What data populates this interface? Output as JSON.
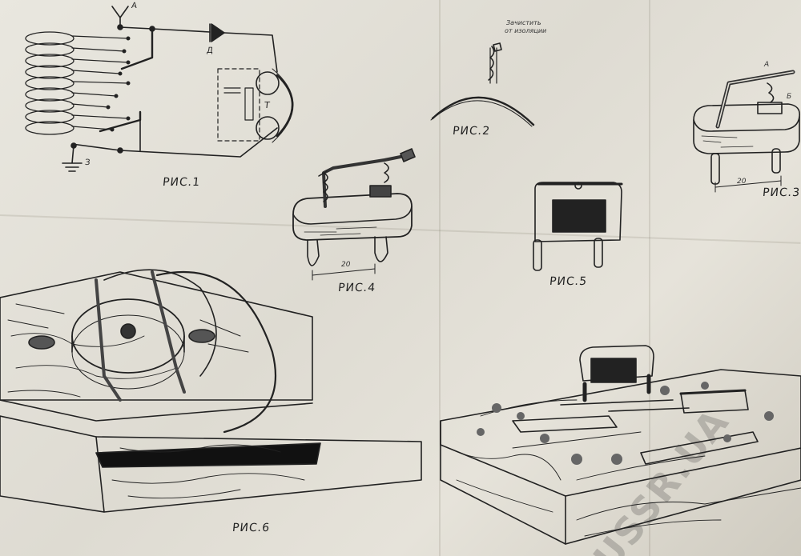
{
  "figures": {
    "fig1": "РИС.1",
    "fig2": "РИС.2",
    "fig3": "РИС.3",
    "fig4": "РИС.4",
    "fig5": "РИС.5",
    "fig6": "РИС.6"
  },
  "fig1_labels": {
    "antenna": "А",
    "diode": "Д",
    "phones": "Т",
    "ground": "З"
  },
  "fig2_note": [
    "Зачистить",
    "от изоляции"
  ],
  "dimension": "20",
  "fig3_labels": {
    "a": "А",
    "b": "Б"
  },
  "watermark": "USSR.UA",
  "colors": {
    "paper": "#e6e3da",
    "ink": "#222222"
  }
}
